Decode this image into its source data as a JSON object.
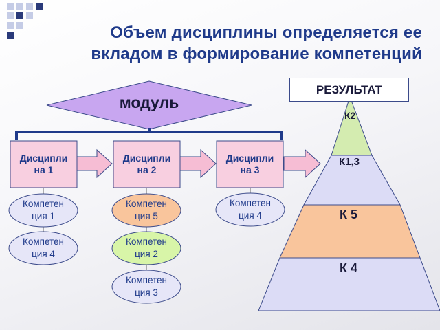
{
  "title": {
    "line1": "Объем дисциплины определяется ее",
    "line2": "вкладом в формирование компетенций"
  },
  "module_label": "модуль",
  "disciplines": [
    {
      "line1": "Дисципли",
      "line2": "на 1"
    },
    {
      "line1": "Дисципли",
      "line2": "на 2"
    },
    {
      "line1": "Дисципли",
      "line2": "на 3"
    }
  ],
  "competencies": {
    "column1": [
      {
        "line1": "Компетен",
        "line2": "ция 1",
        "fill": "#e6e6f8"
      },
      {
        "line1": "Компетен",
        "line2": "ция 4",
        "fill": "#e6e6f8"
      }
    ],
    "column2": [
      {
        "line1": "Компетен",
        "line2": "ция 5",
        "fill": "#f9c59c"
      },
      {
        "line1": "Компетен",
        "line2": "ция 2",
        "fill": "#d8f5a8"
      },
      {
        "line1": "Компетен",
        "line2": "ция 3",
        "fill": "#e6e6f8"
      }
    ],
    "column3": [
      {
        "line1": "Компетен",
        "line2": "ция 4",
        "fill": "#e6e6f8"
      }
    ]
  },
  "result": {
    "label": "РЕЗУЛЬТАТ",
    "levels": [
      {
        "label": "К2",
        "fill": "#d4ecb0"
      },
      {
        "label": "К1,3",
        "fill": "#dcdcf6"
      },
      {
        "label": "К 5",
        "fill": "#f9c59c"
      },
      {
        "label": "К 4",
        "fill": "#dcdcf6"
      }
    ]
  },
  "colors": {
    "title": "#1f3a8a",
    "module_fill": "#c8a6f0",
    "discipline_fill": "#f8cfe0",
    "arrow_fill": "#f6bdd4",
    "bracket": "#1f3a8a",
    "bullet_light": "#c5cce6",
    "bullet_dark": "#2a3a7a"
  }
}
